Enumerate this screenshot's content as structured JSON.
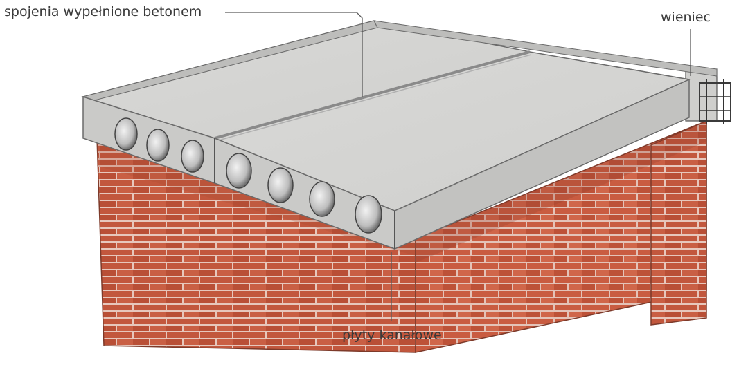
{
  "labels": {
    "joints": "spojenia wypełnione betonem",
    "ring_beam": "wieniec",
    "slabs": "płyty kanałowe"
  },
  "colors": {
    "concrete_top": "#d6d6d4",
    "concrete_side": "#c9c9c7",
    "brick": "#c0553b",
    "brick_dark": "#9c3f2c",
    "mortar": "#e8c9bf",
    "leader_line": "#5a5a5a",
    "text": "#3a3a3a"
  }
}
